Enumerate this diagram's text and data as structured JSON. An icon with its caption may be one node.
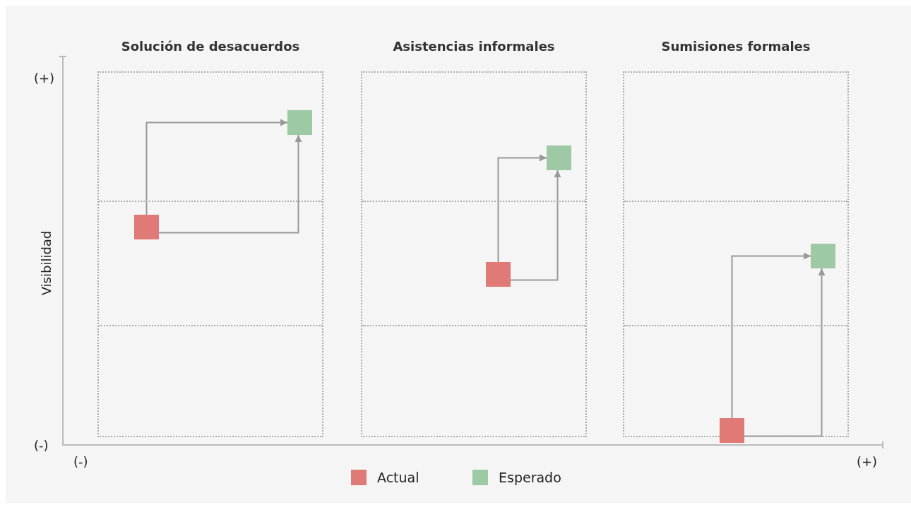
{
  "diagram": {
    "nodes": [
      {
        "text": [
          "Solución de desacuerdos"
        ]
      },
      {
        "text": [],
        "shape": "box",
        "in": 0
      },
      {
        "text": [],
        "shape": "box",
        "in": 0
      },
      {
        "text": [
          "Asistencias informales"
        ]
      },
      {
        "text": [],
        "shape": "box",
        "in": 3
      },
      {
        "text": [],
        "shape": "box",
        "in": 3
      },
      {
        "text": [
          "Sumisiones formales"
        ]
      },
      {
        "text": [],
        "shape": "box",
        "in": 6
      },
      {
        "text": [],
        "shape": "box",
        "in": 6
      }
    ],
    "edges": [
      {
        "from": 2,
        "to": 1,
        "arrow": "to"
      },
      {
        "from": 2,
        "to": 1,
        "arrow": "to"
      },
      {
        "from": 5,
        "to": 4,
        "arrow": "to"
      },
      {
        "from": 5,
        "to": 4,
        "arrow": "to"
      },
      {
        "from": 8,
        "to": 7,
        "arrow": "to"
      },
      {
        "from": 8,
        "to": 7,
        "arrow": "to"
      }
    ],
    "labels": [
      "(+)",
      "Visibilidad",
      "(-)",
      "(-)",
      "(+)"
    ],
    "legend": [
      {
        "text": "Actual",
        "color": "#e07a76"
      },
      {
        "text": "Esperado",
        "color": "#9dc9a4"
      }
    ]
  }
}
